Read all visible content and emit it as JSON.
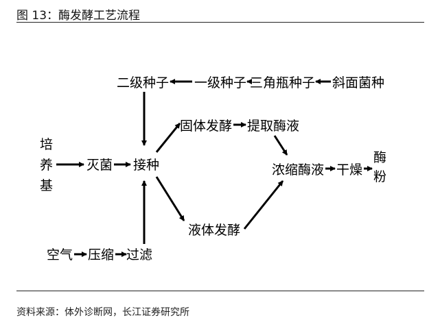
{
  "figure": {
    "title": "图 13：酶发酵工艺流程",
    "source": "资料来源：体外诊断网，长江证券研究所"
  },
  "nodes": {
    "medium": [
      "培",
      "养",
      "基"
    ],
    "sterilize": "灭菌",
    "inoculate": "接种",
    "secondary_seed": "二级种子",
    "primary_seed": "一级种子",
    "flask_seed": "三角瓶种子",
    "slant_strain": "斜面菌种",
    "solid_ferment": "固体发酵",
    "extract_enzyme": "提取酶液",
    "liquid_ferment": "液体发酵",
    "concentrate": "浓缩酶液",
    "dry": "干燥",
    "enzyme_powder": [
      "酶",
      "粉"
    ],
    "air": "空气",
    "compress": "压缩",
    "filter": "过滤"
  }
}
